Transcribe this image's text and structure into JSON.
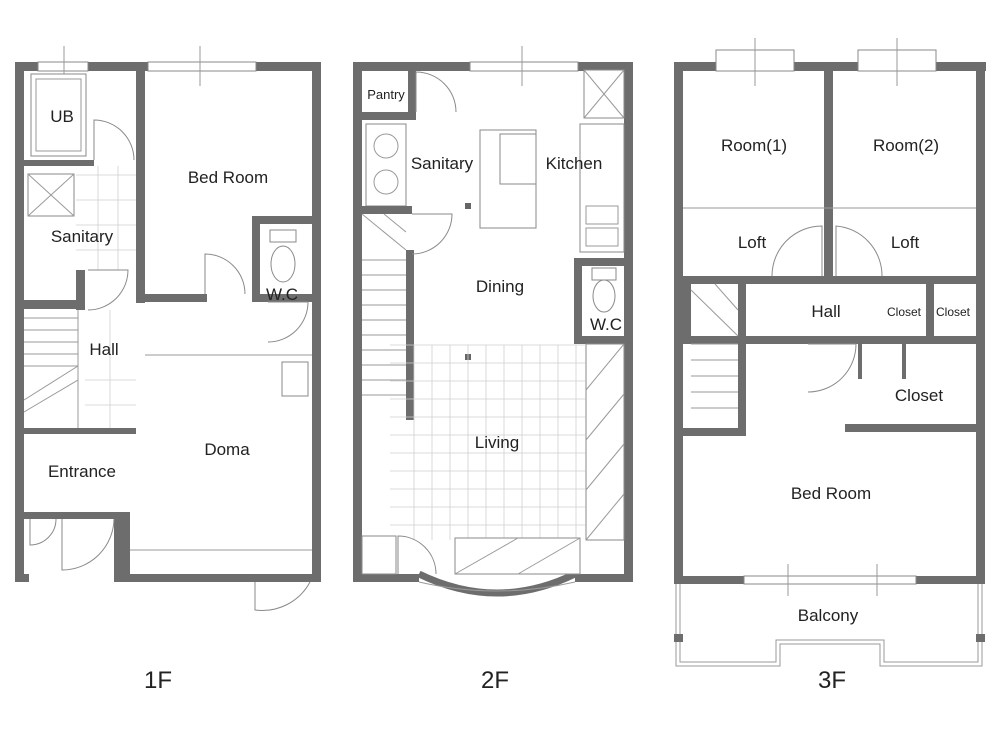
{
  "floors": [
    {
      "label": "1F",
      "rooms": [
        "UB",
        "Bed Room",
        "Sanitary",
        "W.C",
        "Hall",
        "Doma",
        "Entrance"
      ]
    },
    {
      "label": "2F",
      "rooms": [
        "Pantry",
        "Sanitary",
        "Kitchen",
        "Dining",
        "W.C",
        "Living"
      ]
    },
    {
      "label": "3F",
      "rooms": [
        "Room(1)",
        "Room(2)",
        "Loft",
        "Loft",
        "Hall",
        "Closet",
        "Closet",
        "Closet",
        "Bed Room",
        "Balcony"
      ]
    }
  ]
}
